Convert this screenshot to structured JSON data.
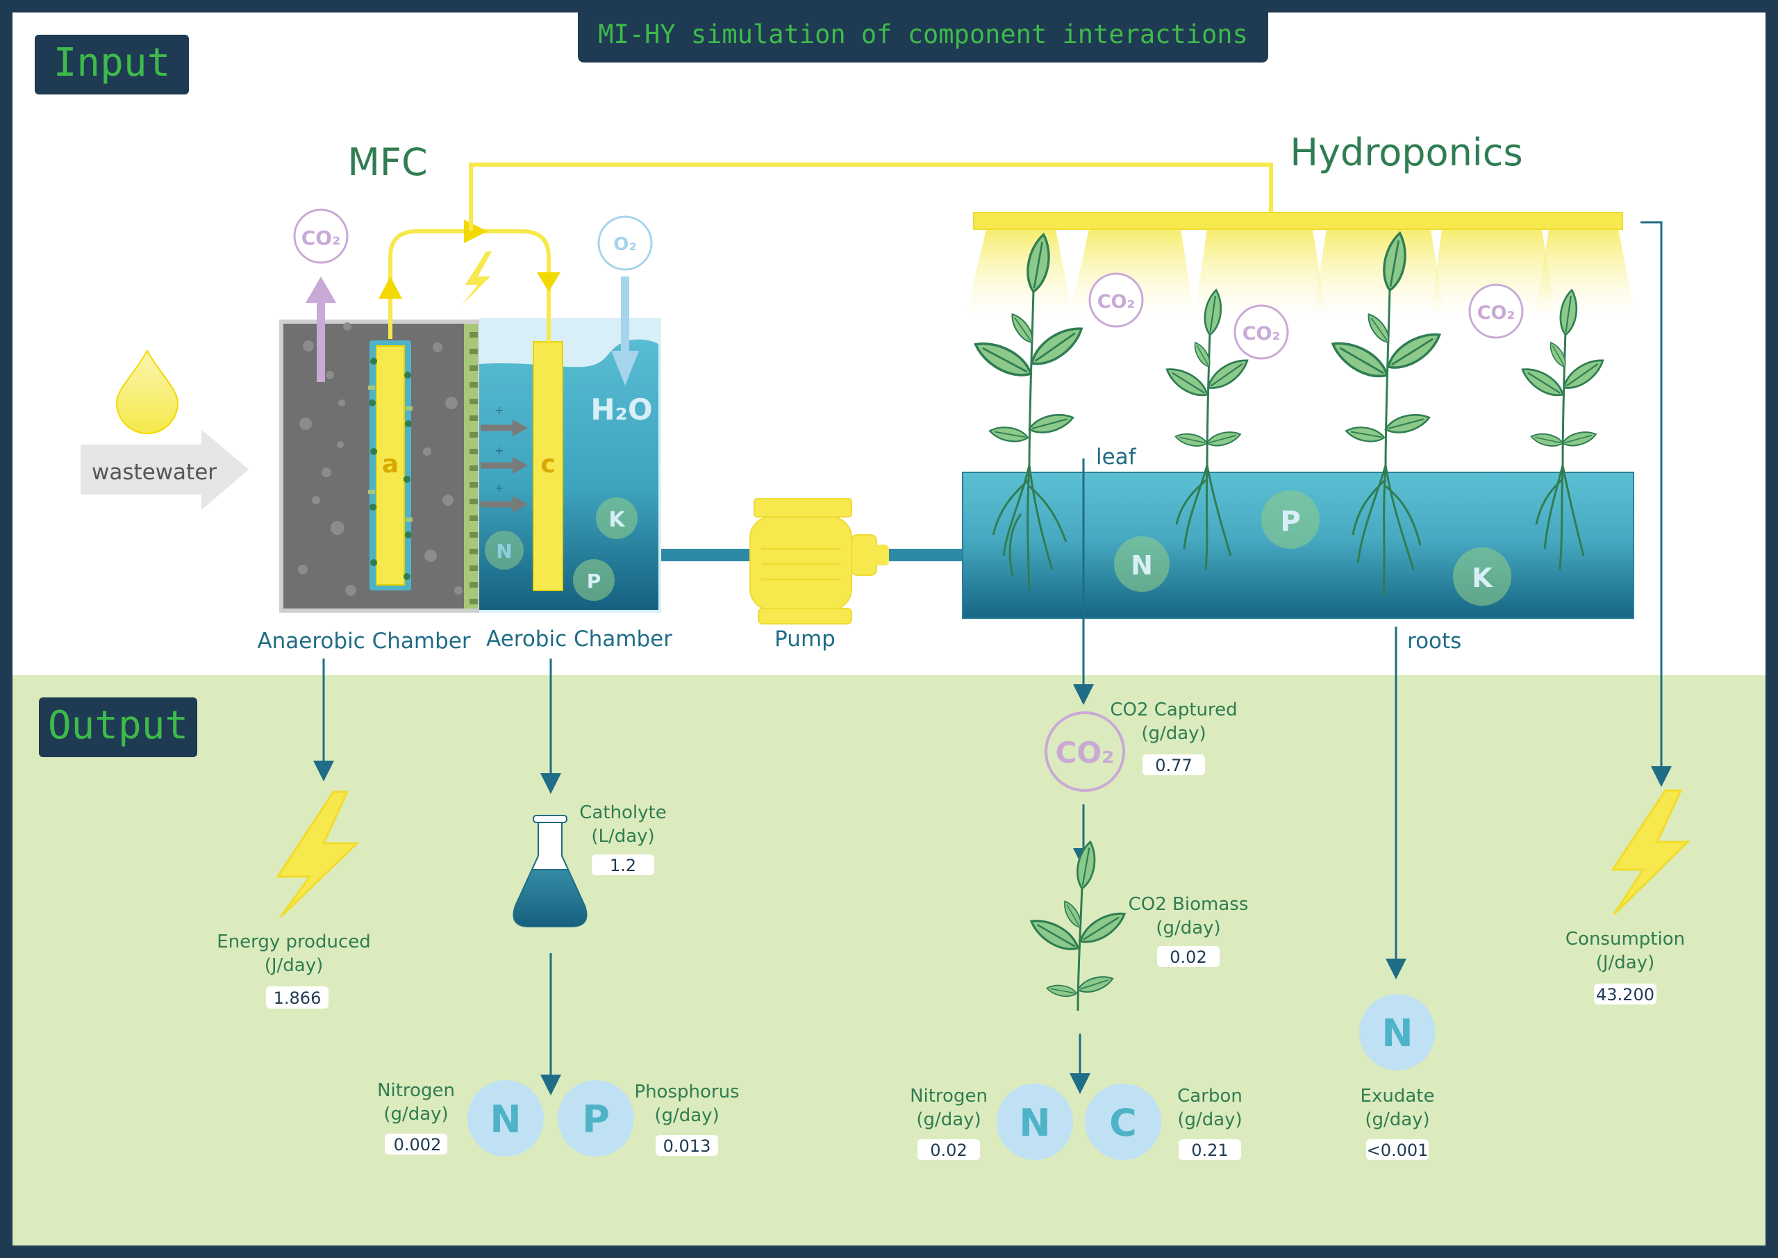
{
  "title": "MI-HY simulation of component interactions",
  "sections": {
    "input": "Input",
    "output": "Output"
  },
  "headings": {
    "mfc": "MFC",
    "hydroponics": "Hydroponics"
  },
  "labels": {
    "wastewater": "wastewater",
    "anaerobic": "Anaerobic Chamber",
    "aerobic": "Aerobic Chamber",
    "pump": "Pump",
    "leaf": "leaf",
    "roots": "roots",
    "anode": "a",
    "cathode": "c",
    "h2o": "H₂O",
    "co2": "CO₂",
    "o2": "O₂",
    "n": "N",
    "p": "P",
    "k": "K",
    "c": "C"
  },
  "outputs": {
    "energy": {
      "label1": "Energy produced",
      "label2": "(J/day)",
      "value": "1.866"
    },
    "catholyte": {
      "label1": "Catholyte",
      "label2": "(L/day)",
      "value": "1.2"
    },
    "nitrogen_mfc": {
      "label1": "Nitrogen",
      "label2": "(g/day)",
      "value": "0.002"
    },
    "phosphorus": {
      "label1": "Phosphorus",
      "label2": "(g/day)",
      "value": "0.013"
    },
    "co2_captured": {
      "label1": "CO2 Captured",
      "label2": "(g/day)",
      "value": "0.77"
    },
    "co2_biomass": {
      "label1": "CO2 Biomass",
      "label2": "(g/day)",
      "value": "0.02"
    },
    "nitrogen_hydro": {
      "label1": "Nitrogen",
      "label2": "(g/day)",
      "value": "0.02"
    },
    "carbon": {
      "label1": "Carbon",
      "label2": "(g/day)",
      "value": "0.21"
    },
    "exudate": {
      "label1": "Exudate",
      "label2": "(g/day)",
      "value": "<0.001"
    },
    "consumption": {
      "label1": "Consumption",
      "label2": "(J/day)",
      "value": "43.200"
    }
  },
  "colors": {
    "navy": "#1f3a53",
    "teal_dark": "#1f6d86",
    "teal": "#4fb3c8",
    "green_text": "#2f7d52",
    "output_bg": "#dcebbd",
    "yellow": "#f7e84d",
    "lilac": "#c9a9d6",
    "light_blue": "#c7e6f4",
    "leaf_green": "#8cc98a"
  }
}
